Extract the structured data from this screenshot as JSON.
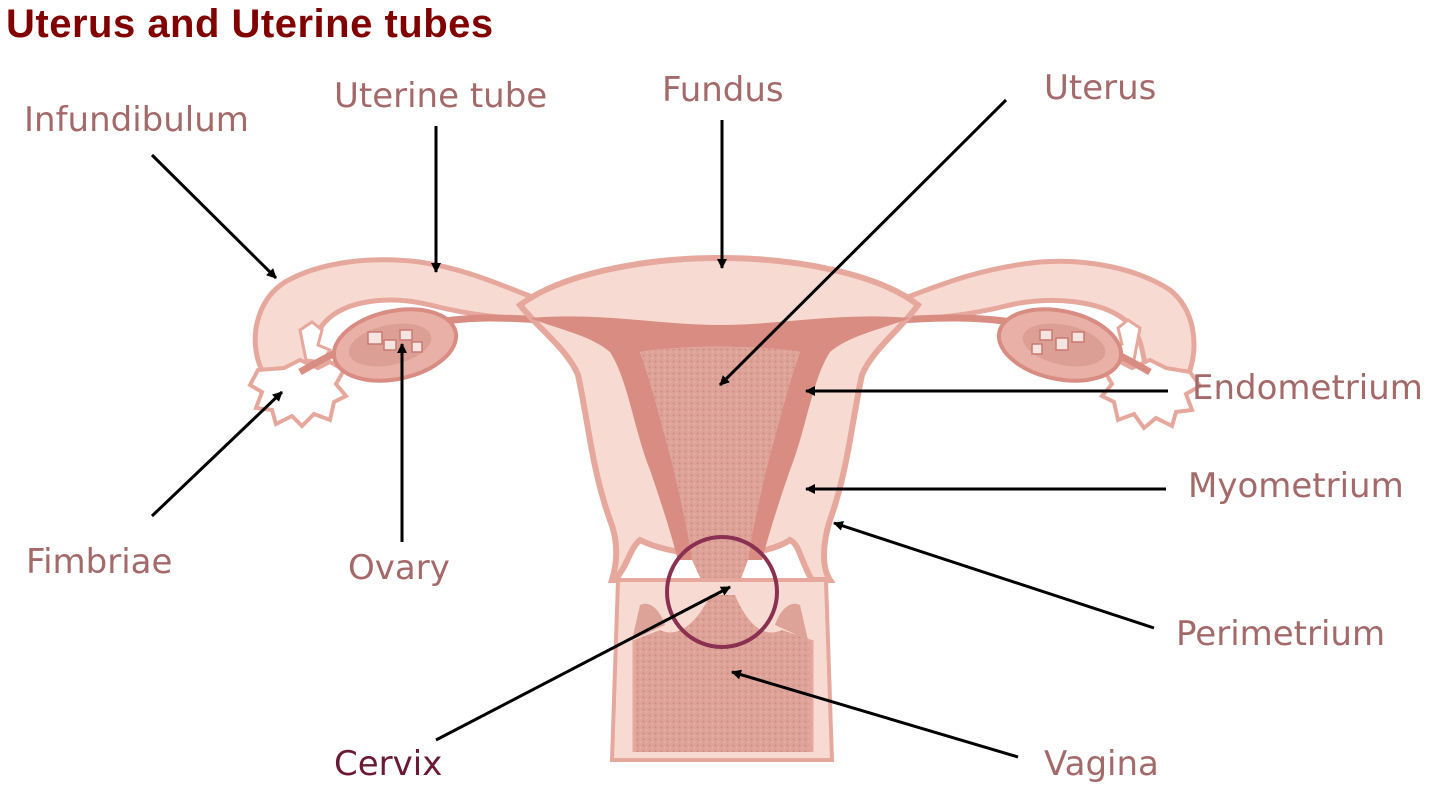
{
  "title": "Uterus and Uterine tubes",
  "labels": {
    "infundibulum": "Infundibulum",
    "uterine_tube": "Uterine tube",
    "fundus": "Fundus",
    "uterus": "Uterus",
    "endometrium": "Endometrium",
    "myometrium": "Myometrium",
    "perimetrium": "Perimetrium",
    "vagina": "Vagina",
    "cervix": "Cervix",
    "ovary": "Ovary",
    "fimbriae": "Fimbriae"
  },
  "colors": {
    "title": "#800000",
    "label": "#a46a6a",
    "cervix_label": "#6b1a34",
    "tissue_light": "#f7dbd3",
    "tissue_outline": "#e6a89c",
    "tissue_mid": "#d88c82",
    "tissue_dark": "#c97a72",
    "cervix_circle": "#8a3050",
    "arrow": "#000000"
  }
}
